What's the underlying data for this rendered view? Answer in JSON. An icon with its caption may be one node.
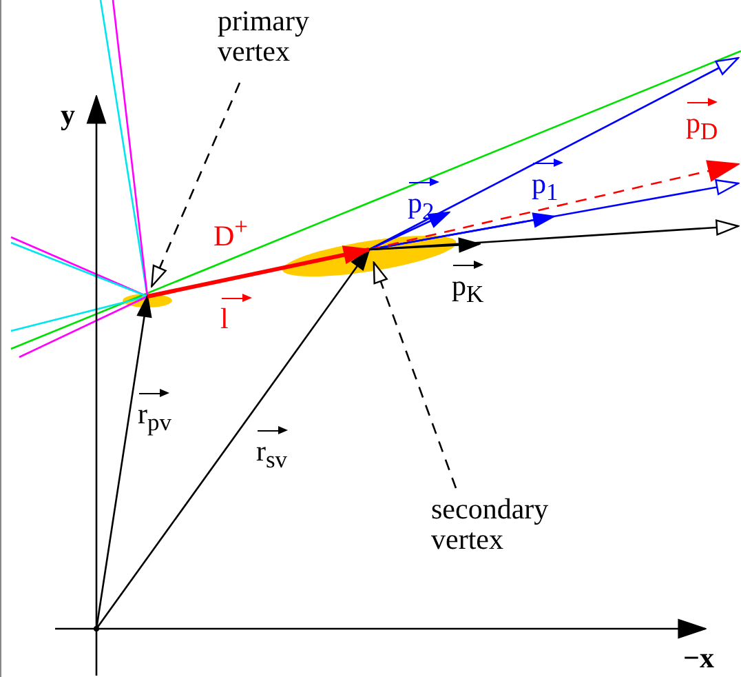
{
  "diagram": {
    "nodes": [
      {
        "text": [
          "primary vertex"
        ]
      },
      {
        "text": [],
        "shape": "ellipse"
      },
      {
        "text": [
          "secondary vertex"
        ]
      },
      {
        "text": [],
        "shape": "ellipse"
      },
      {
        "text": [],
        "shape": "point"
      }
    ],
    "edges": [
      {
        "from": 0,
        "to": 1,
        "arrow": "to",
        "style": "dashed"
      },
      {
        "from": 2,
        "to": 3,
        "arrow": "to",
        "style": "dashed"
      },
      {
        "from": 4,
        "to": 1,
        "arrow": "to",
        "label": "r$_{pv}$"
      },
      {
        "from": 4,
        "to": 3,
        "arrow": "to",
        "label": "r$_{sv}$"
      },
      {
        "from": 1,
        "to": 3,
        "arrow": "to",
        "style": "thick",
        "color": "#ff0000",
        "label": "l"
      },
      {
        "from": 3,
        "to": null,
        "arrow": "to",
        "color": "#0000ff",
        "label": "p$_{2}$"
      },
      {
        "from": 3,
        "to": null,
        "arrow": "to",
        "color": "#0000ff"
      },
      {
        "from": 3,
        "to": null,
        "arrow": "to",
        "color": "#0000ff",
        "label": "p$_{1}$"
      },
      {
        "from": 3,
        "to": null,
        "arrow": "to",
        "color": "#0000ff"
      },
      {
        "from": 3,
        "to": null,
        "arrow": "to",
        "style": "dashed",
        "color": "#ff0000",
        "label": "p$_{D}$"
      },
      {
        "from": 3,
        "to": null,
        "arrow": "to",
        "label": "p$_{K}$"
      },
      {
        "from": 3,
        "to": null,
        "arrow": "to"
      }
    ],
    "labels": [
      "y",
      "−x",
      "D$^{+}$"
    ]
  }
}
